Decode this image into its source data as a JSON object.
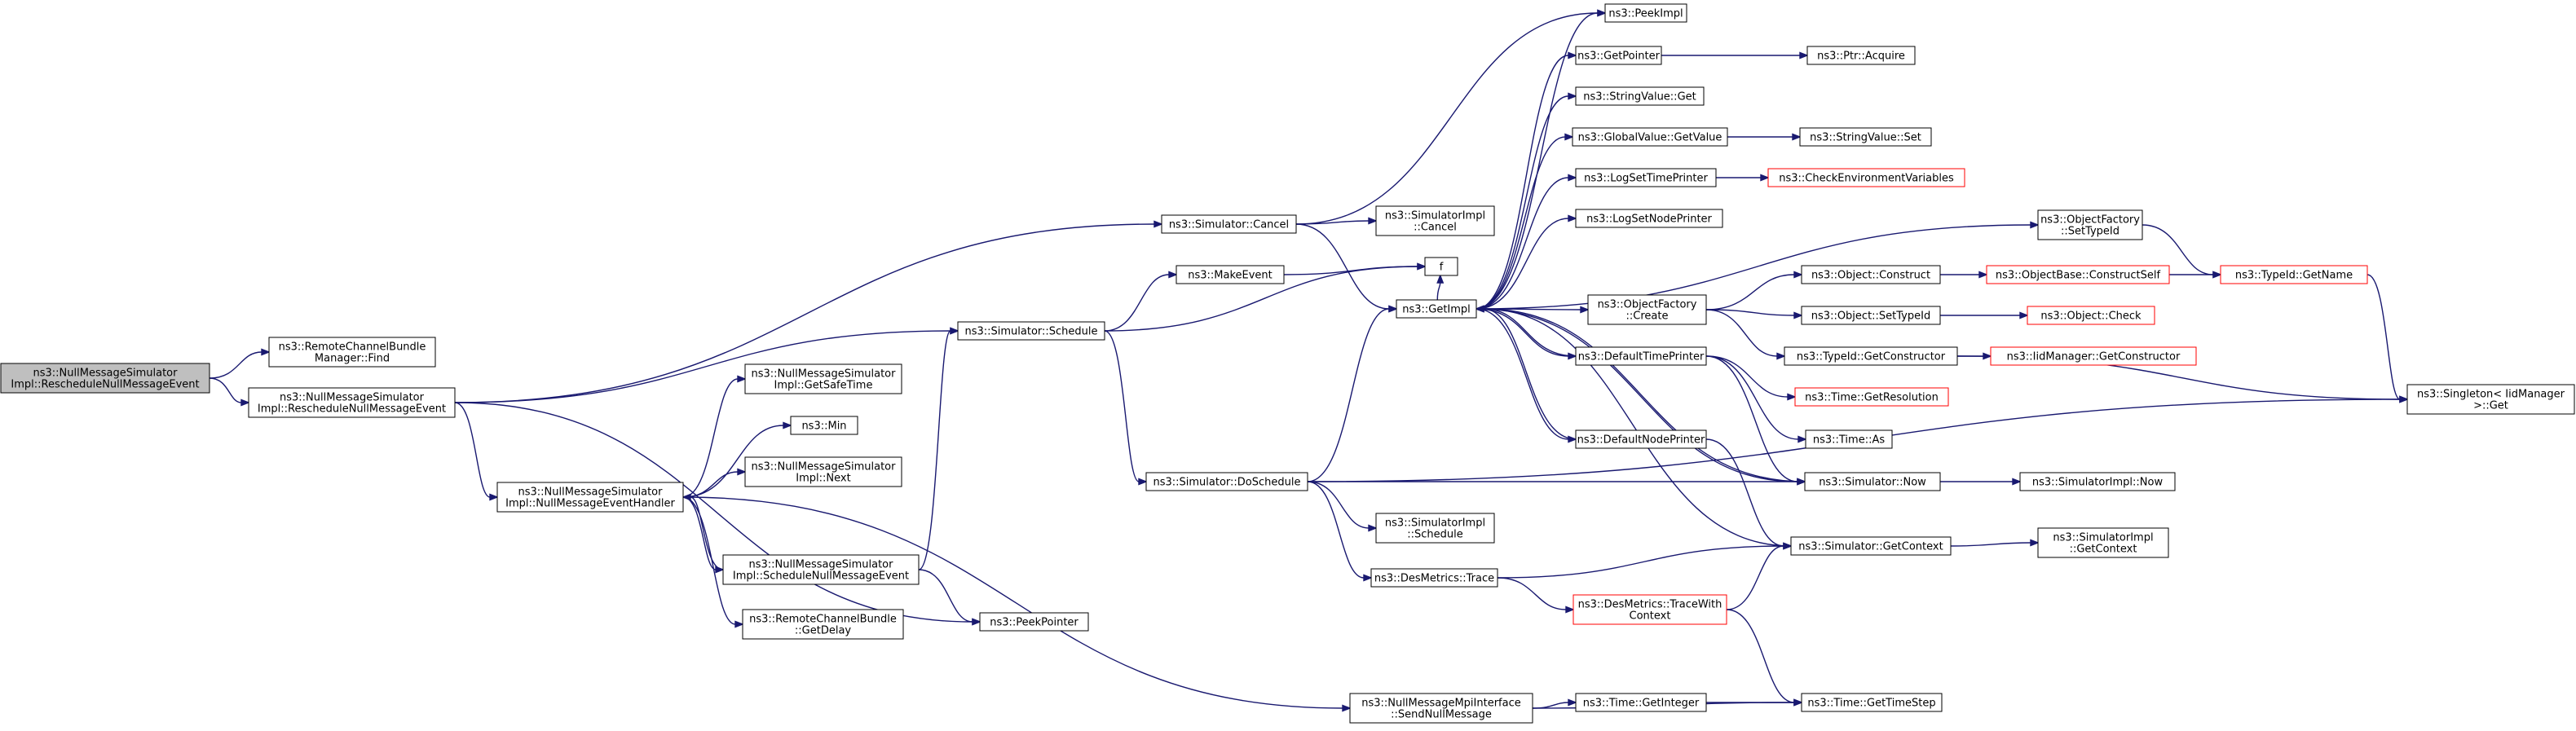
{
  "graph": {
    "node_fill": "#ffffff",
    "root_fill": "#bfbfbf",
    "node_border": "#000000",
    "incomplete_border": "#ff0000",
    "edge_color": "#191970",
    "nodes": [
      {
        "id": "root",
        "lines": [
          "ns3::NullMessageSimulator",
          "Impl::RescheduleNullMessageEvent"
        ],
        "style": "root"
      },
      {
        "id": "rcbm_find",
        "lines": [
          "ns3::RemoteChannelBundle",
          "Manager::Find"
        ],
        "style": "normal"
      },
      {
        "id": "reschedule",
        "lines": [
          "ns3::NullMessageSimulator",
          "Impl::RescheduleNullMessageEvent"
        ],
        "style": "normal"
      },
      {
        "id": "sim_cancel",
        "lines": [
          "ns3::Simulator::Cancel"
        ],
        "style": "normal"
      },
      {
        "id": "sim_schedule",
        "lines": [
          "ns3::Simulator::Schedule"
        ],
        "style": "normal"
      },
      {
        "id": "handler",
        "lines": [
          "ns3::NullMessageSimulator",
          "Impl::NullMessageEventHandler"
        ],
        "style": "normal"
      },
      {
        "id": "get_safe_time",
        "lines": [
          "ns3::NullMessageSimulator",
          "Impl::GetSafeTime"
        ],
        "style": "normal"
      },
      {
        "id": "min",
        "lines": [
          "ns3::Min"
        ],
        "style": "normal"
      },
      {
        "id": "next",
        "lines": [
          "ns3::NullMessageSimulator",
          "Impl::Next"
        ],
        "style": "normal"
      },
      {
        "id": "sched_null",
        "lines": [
          "ns3::NullMessageSimulator",
          "Impl::ScheduleNullMessageEvent"
        ],
        "style": "normal"
      },
      {
        "id": "rcb_get_delay",
        "lines": [
          "ns3::RemoteChannelBundle",
          "::GetDelay"
        ],
        "style": "normal"
      },
      {
        "id": "peek_pointer",
        "lines": [
          "ns3::PeekPointer"
        ],
        "style": "normal"
      },
      {
        "id": "simimpl_cancel",
        "lines": [
          "ns3::SimulatorImpl",
          "::Cancel"
        ],
        "style": "normal"
      },
      {
        "id": "make_event",
        "lines": [
          "ns3::MakeEvent"
        ],
        "style": "normal"
      },
      {
        "id": "f",
        "lines": [
          "f"
        ],
        "style": "normal"
      },
      {
        "id": "do_schedule",
        "lines": [
          "ns3::Simulator::DoSchedule"
        ],
        "style": "normal"
      },
      {
        "id": "simimpl_schedule",
        "lines": [
          "ns3::SimulatorImpl",
          "::Schedule"
        ],
        "style": "normal"
      },
      {
        "id": "des_trace",
        "lines": [
          "ns3::DesMetrics::Trace"
        ],
        "style": "normal"
      },
      {
        "id": "send_null",
        "lines": [
          "ns3::NullMessageMpiInterface",
          "::SendNullMessage"
        ],
        "style": "normal"
      },
      {
        "id": "get_impl",
        "lines": [
          "ns3::GetImpl"
        ],
        "style": "normal"
      },
      {
        "id": "peek_impl",
        "lines": [
          "ns3::PeekImpl"
        ],
        "style": "normal"
      },
      {
        "id": "get_pointer",
        "lines": [
          "ns3::GetPointer"
        ],
        "style": "normal"
      },
      {
        "id": "ptr_acquire",
        "lines": [
          "ns3::Ptr::Acquire"
        ],
        "style": "normal"
      },
      {
        "id": "stringvalue_get",
        "lines": [
          "ns3::StringValue::Get"
        ],
        "style": "normal"
      },
      {
        "id": "globalvalue_getvalue",
        "lines": [
          "ns3::GlobalValue::GetValue"
        ],
        "style": "normal"
      },
      {
        "id": "stringvalue_set",
        "lines": [
          "ns3::StringValue::Set"
        ],
        "style": "normal"
      },
      {
        "id": "log_set_time_printer",
        "lines": [
          "ns3::LogSetTimePrinter"
        ],
        "style": "normal"
      },
      {
        "id": "check_env",
        "lines": [
          "ns3::CheckEnvironmentVariables"
        ],
        "style": "incomplete"
      },
      {
        "id": "log_set_node_printer",
        "lines": [
          "ns3::LogSetNodePrinter"
        ],
        "style": "normal"
      },
      {
        "id": "objfactory_settypeid",
        "lines": [
          "ns3::ObjectFactory",
          "::SetTypeId"
        ],
        "style": "normal"
      },
      {
        "id": "object_construct",
        "lines": [
          "ns3::Object::Construct"
        ],
        "style": "normal"
      },
      {
        "id": "objectbase_constructself",
        "lines": [
          "ns3::ObjectBase::ConstructSelf"
        ],
        "style": "incomplete"
      },
      {
        "id": "typeid_getname",
        "lines": [
          "ns3::TypeId::GetName"
        ],
        "style": "incomplete"
      },
      {
        "id": "objfactory_create",
        "lines": [
          "ns3::ObjectFactory",
          "::Create"
        ],
        "style": "normal"
      },
      {
        "id": "object_settypeid",
        "lines": [
          "ns3::Object::SetTypeId"
        ],
        "style": "normal"
      },
      {
        "id": "object_check",
        "lines": [
          "ns3::Object::Check"
        ],
        "style": "incomplete"
      },
      {
        "id": "default_time_printer",
        "lines": [
          "ns3::DefaultTimePrinter"
        ],
        "style": "normal"
      },
      {
        "id": "typeid_getconstructor",
        "lines": [
          "ns3::TypeId::GetConstructor"
        ],
        "style": "normal"
      },
      {
        "id": "iidmanager_getconstructor",
        "lines": [
          "ns3::IidManager::GetConstructor"
        ],
        "style": "incomplete"
      },
      {
        "id": "singleton_get",
        "lines": [
          "ns3::Singleton< IidManager",
          " >::Get"
        ],
        "style": "normal"
      },
      {
        "id": "time_getresolution",
        "lines": [
          "ns3::Time::GetResolution"
        ],
        "style": "incomplete"
      },
      {
        "id": "time_as",
        "lines": [
          "ns3::Time::As"
        ],
        "style": "normal"
      },
      {
        "id": "default_node_printer",
        "lines": [
          "ns3::DefaultNodePrinter"
        ],
        "style": "normal"
      },
      {
        "id": "sim_now",
        "lines": [
          "ns3::Simulator::Now"
        ],
        "style": "normal"
      },
      {
        "id": "simimpl_now",
        "lines": [
          "ns3::SimulatorImpl::Now"
        ],
        "style": "normal"
      },
      {
        "id": "sim_getcontext",
        "lines": [
          "ns3::Simulator::GetContext"
        ],
        "style": "normal"
      },
      {
        "id": "simimpl_getcontext",
        "lines": [
          "ns3::SimulatorImpl",
          "::GetContext"
        ],
        "style": "normal"
      },
      {
        "id": "des_tracewith",
        "lines": [
          "ns3::DesMetrics::TraceWith",
          "Context"
        ],
        "style": "incomplete"
      },
      {
        "id": "time_getinteger",
        "lines": [
          "ns3::Time::GetInteger"
        ],
        "style": "normal"
      },
      {
        "id": "time_gettimestep",
        "lines": [
          "ns3::Time::GetTimeStep"
        ],
        "style": "normal"
      }
    ],
    "edges": [
      [
        "root",
        "rcbm_find"
      ],
      [
        "root",
        "reschedule"
      ],
      [
        "reschedule",
        "sim_cancel"
      ],
      [
        "reschedule",
        "sim_schedule"
      ],
      [
        "reschedule",
        "handler"
      ],
      [
        "reschedule",
        "peek_pointer"
      ],
      [
        "handler",
        "get_safe_time"
      ],
      [
        "handler",
        "min"
      ],
      [
        "handler",
        "next"
      ],
      [
        "handler",
        "sched_null"
      ],
      [
        "handler",
        "rcb_get_delay"
      ],
      [
        "handler",
        "send_null"
      ],
      [
        "sched_null",
        "handler"
      ],
      [
        "sched_null",
        "sim_schedule"
      ],
      [
        "sched_null",
        "peek_pointer"
      ],
      [
        "sim_cancel",
        "simimpl_cancel"
      ],
      [
        "sim_cancel",
        "get_impl"
      ],
      [
        "sim_cancel",
        "peek_impl"
      ],
      [
        "sim_schedule",
        "make_event"
      ],
      [
        "sim_schedule",
        "f"
      ],
      [
        "sim_schedule",
        "do_schedule"
      ],
      [
        "make_event",
        "f"
      ],
      [
        "do_schedule",
        "get_impl"
      ],
      [
        "do_schedule",
        "simimpl_schedule"
      ],
      [
        "do_schedule",
        "des_trace"
      ],
      [
        "do_schedule",
        "sim_now"
      ],
      [
        "do_schedule",
        "singleton_get"
      ],
      [
        "des_trace",
        "sim_getcontext"
      ],
      [
        "des_trace",
        "des_tracewith"
      ],
      [
        "send_null",
        "time_getinteger"
      ],
      [
        "send_null",
        "time_gettimestep"
      ],
      [
        "get_impl",
        "peek_impl"
      ],
      [
        "get_impl",
        "get_pointer"
      ],
      [
        "get_impl",
        "stringvalue_get"
      ],
      [
        "get_impl",
        "globalvalue_getvalue"
      ],
      [
        "get_impl",
        "log_set_time_printer"
      ],
      [
        "get_impl",
        "log_set_node_printer"
      ],
      [
        "get_impl",
        "objfactory_settypeid"
      ],
      [
        "get_impl",
        "objfactory_create"
      ],
      [
        "get_impl",
        "default_time_printer"
      ],
      [
        "get_impl",
        "default_node_printer"
      ],
      [
        "get_impl",
        "sim_now"
      ],
      [
        "get_impl",
        "f"
      ],
      [
        "get_pointer",
        "ptr_acquire"
      ],
      [
        "globalvalue_getvalue",
        "stringvalue_set"
      ],
      [
        "log_set_time_printer",
        "check_env"
      ],
      [
        "objfactory_settypeid",
        "typeid_getname"
      ],
      [
        "objfactory_create",
        "object_construct"
      ],
      [
        "objfactory_create",
        "object_settypeid"
      ],
      [
        "objfactory_create",
        "typeid_getconstructor"
      ],
      [
        "object_construct",
        "objectbase_constructself"
      ],
      [
        "objectbase_constructself",
        "typeid_getname"
      ],
      [
        "object_settypeid",
        "object_check"
      ],
      [
        "typeid_getconstructor",
        "iidmanager_getconstructor"
      ],
      [
        "typeid_getconstructor",
        "singleton_get"
      ],
      [
        "typeid_getname",
        "singleton_get"
      ],
      [
        "default_time_printer",
        "time_getresolution"
      ],
      [
        "default_time_printer",
        "time_as"
      ],
      [
        "default_time_printer",
        "sim_now"
      ],
      [
        "default_time_printer",
        "get_impl"
      ],
      [
        "default_node_printer",
        "sim_getcontext"
      ],
      [
        "default_node_printer",
        "get_impl"
      ],
      [
        "sim_now",
        "simimpl_now"
      ],
      [
        "sim_now",
        "get_impl"
      ],
      [
        "sim_getcontext",
        "simimpl_getcontext"
      ],
      [
        "sim_getcontext",
        "get_impl"
      ],
      [
        "des_tracewith",
        "sim_getcontext"
      ],
      [
        "des_tracewith",
        "time_gettimestep"
      ],
      [
        "time_getinteger",
        "time_gettimestep"
      ]
    ]
  }
}
